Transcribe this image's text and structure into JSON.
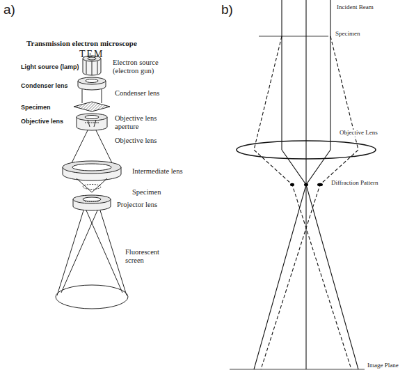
{
  "diagram": {
    "labels": [
      "a)",
      "b)",
      "Transmission electron microscope",
      "TEM",
      "Light source (lamp)",
      "Electron source (electron gun)",
      "Condenser lens",
      "Condenser lens",
      "Specimen",
      "Objective lens",
      "Objective lens aperture",
      "Objective lens",
      "Intermediate lens",
      "Specimen",
      "Projector lens",
      "Fluorescent screen",
      "Incident Beam",
      "Specimen",
      "Objective Lens",
      "Diffraction Pattern",
      "Image Plane"
    ]
  }
}
